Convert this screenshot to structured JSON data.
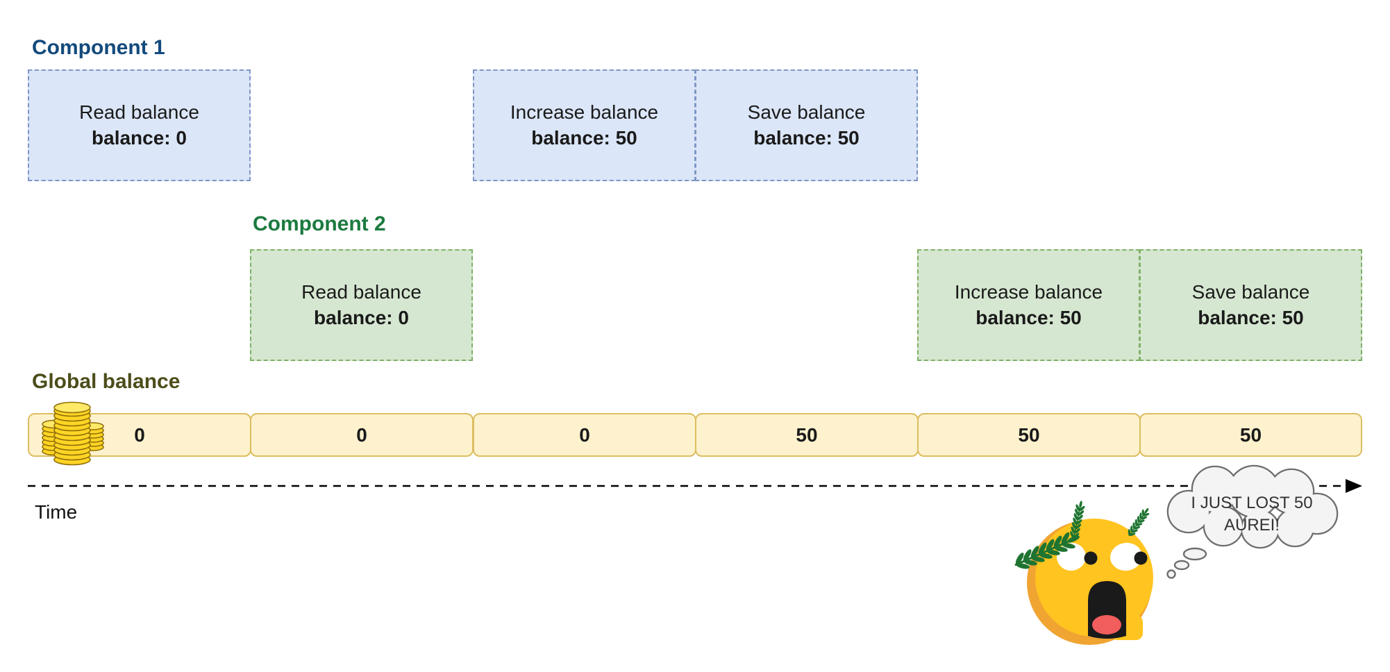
{
  "component1": {
    "label": "Component 1",
    "label_color": "#134a7c",
    "box_fill": "#dbe6f8",
    "box_border": "#7d96c5",
    "boxes": [
      {
        "action": "Read balance",
        "state": "balance: 0"
      },
      {
        "action": "Increase balance",
        "state": "balance: 50"
      },
      {
        "action": "Save balance",
        "state": "balance: 50"
      }
    ]
  },
  "component2": {
    "label": "Component 2",
    "label_color": "#1b7a3f",
    "box_fill": "#d6e7d1",
    "box_border": "#7fb065",
    "boxes": [
      {
        "action": "Read balance",
        "state": "balance: 0"
      },
      {
        "action": "Increase balance",
        "state": "balance: 50"
      },
      {
        "action": "Save balance",
        "state": "balance: 50"
      }
    ]
  },
  "global_balance": {
    "label": "Global balance",
    "label_color": "#4c4d1a",
    "segment_fill": "#fdf2cd",
    "segment_border": "#dcbd60",
    "values": [
      "0",
      "0",
      "0",
      "50",
      "50",
      "50"
    ],
    "coins_icon": "gold-coins-stack-icon",
    "coin_color": "#ffd524"
  },
  "time_axis": {
    "label": "Time",
    "style": "dashed-arrow-right",
    "color": "#000000"
  },
  "thought_bubble": {
    "line1": "I JUST LOST 50",
    "line2": "AUREI!",
    "fill": "#f4f4f4",
    "stroke": "#6e6e6e"
  },
  "emoji": {
    "name": "shocked-face-with-laurel-wreath",
    "face_color": "#ffc41f",
    "wreath_color": "#1e7430",
    "tongue_color": "#f25d5d"
  }
}
